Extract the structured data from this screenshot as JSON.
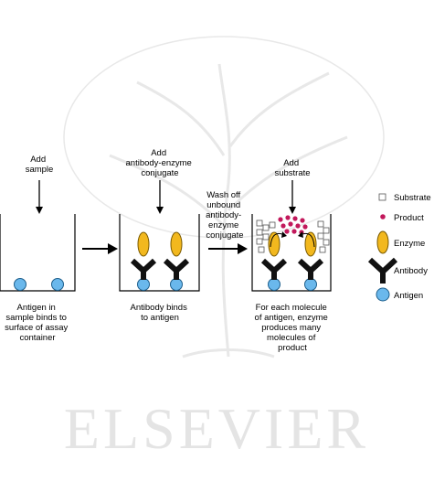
{
  "watermark": {
    "publisher": "ELSEVIER"
  },
  "steps": [
    {
      "add_label": [
        "Add",
        "sample"
      ],
      "caption": [
        "Antigen in",
        "sample binds to",
        "surface of assay",
        "container"
      ]
    },
    {
      "add_label": [
        "Add",
        "antibody-enzyme",
        "conjugate"
      ],
      "caption": [
        "Antibody binds",
        "to antigen"
      ]
    },
    {
      "add_label": [
        "Add",
        "substrate"
      ],
      "caption": [
        "For each molecule",
        "of antigen, enzyme",
        "produces many",
        "molecules of",
        "product"
      ]
    }
  ],
  "wash_label": [
    "Wash off",
    "unbound",
    "antibody-",
    "enzyme",
    "conjugate"
  ],
  "legend": [
    {
      "icon": "substrate-square-icon",
      "label": "Substrate"
    },
    {
      "icon": "product-dot-icon",
      "label": "Product"
    },
    {
      "icon": "enzyme-ellipse-icon",
      "label": "Enzyme"
    },
    {
      "icon": "antibody-y-icon",
      "label": "Antibody"
    },
    {
      "icon": "antigen-circle-icon",
      "label": "Antigen"
    }
  ],
  "colors": {
    "antigen": "#6ab8ec",
    "enzyme": "#f2b81e",
    "product": "#c2185b",
    "antibody": "#111111",
    "watermark": "#e4e4e4"
  }
}
